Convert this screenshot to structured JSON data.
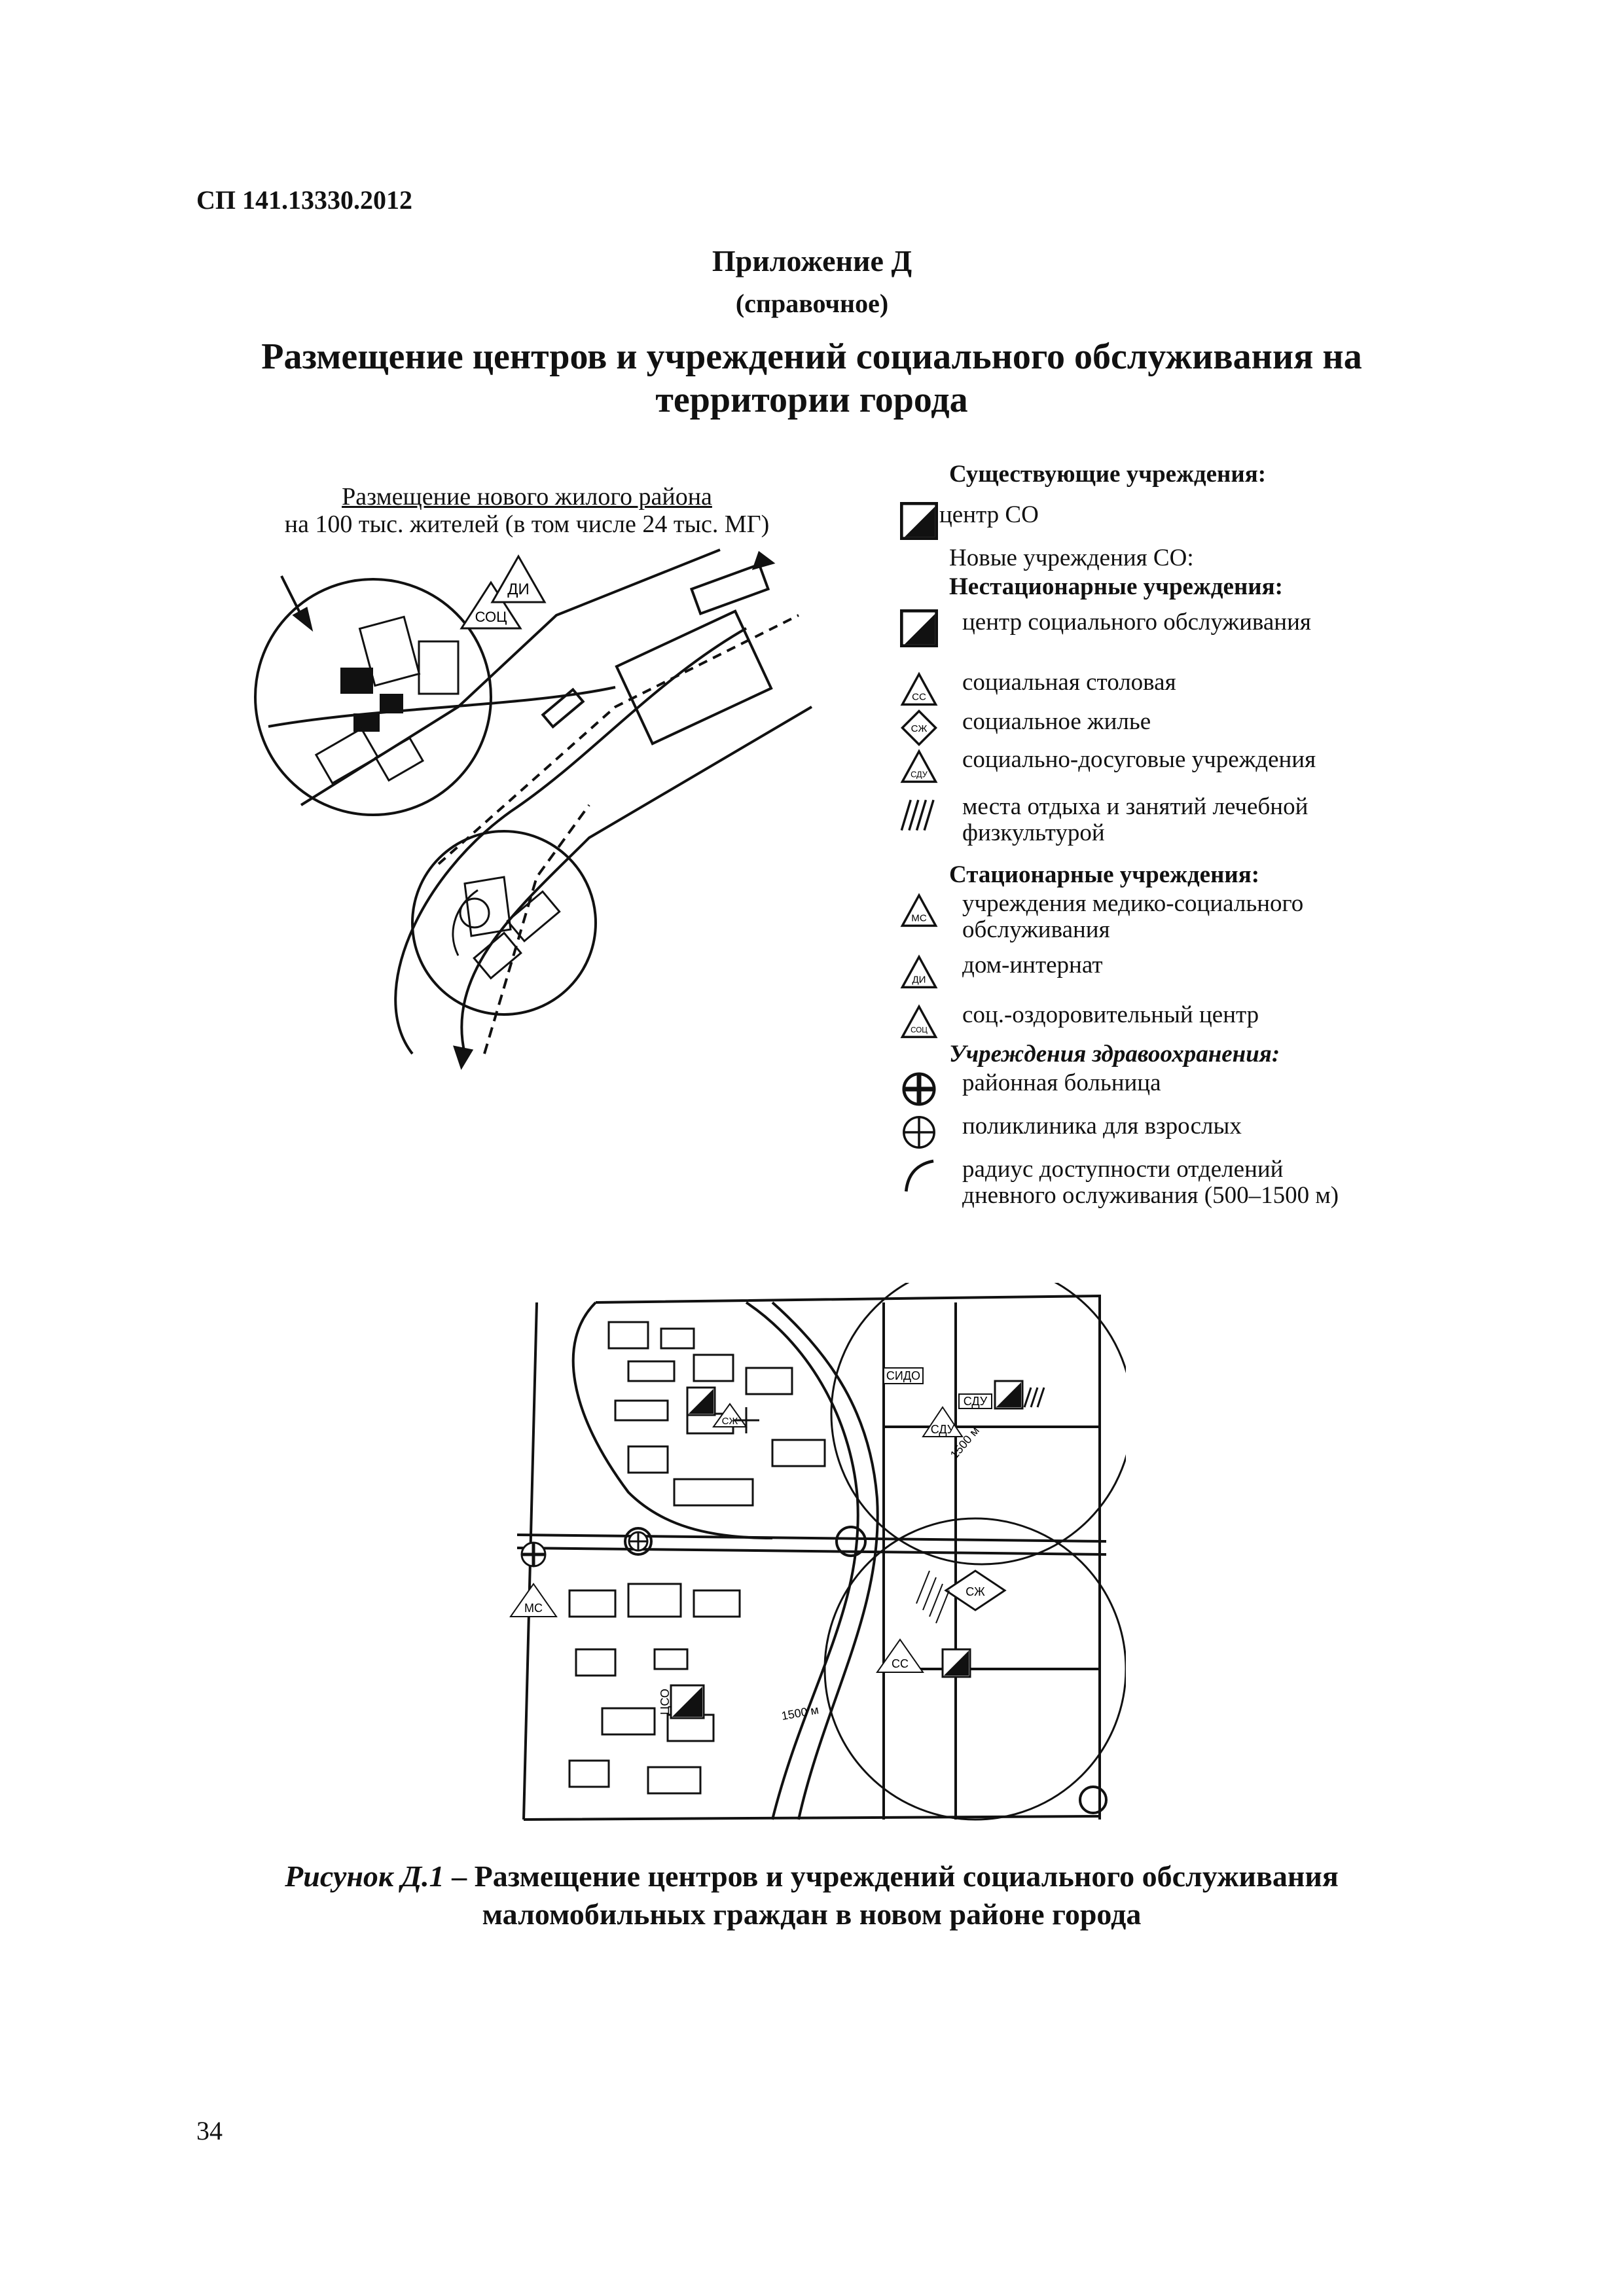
{
  "header": {
    "doc_code": "СП 141.13330.2012"
  },
  "appendix": {
    "title": "Приложение Д",
    "subtitle": "(справочное)"
  },
  "main_title": {
    "line1": "Размещение центров и учреждений социального обслуживания на",
    "line2": "территории города"
  },
  "map_top": {
    "caption_line1": "Размещение нового жилого района",
    "caption_line2": "на 100 тыс. жителей (в том числе 24 тыс. МГ)",
    "sign_di": "ДИ",
    "sign_soc": "СОЦ"
  },
  "legend": {
    "existing_header": "Существующие учреждения:",
    "center_so": "центр СО",
    "new_header": "Новые учреждения СО:",
    "nonstationary_header": "Нестационарные учреждения:",
    "items_nonstat": [
      {
        "label": "центр социального обслуживания",
        "symbol": "black-triangle-square"
      },
      {
        "label": "социальная столовая",
        "symbol": "triangle",
        "abbr": "СС"
      },
      {
        "label": "социальное жилье",
        "symbol": "diamond",
        "abbr": "СЖ"
      },
      {
        "label": "социально-досуговые учреждения",
        "symbol": "triangle",
        "abbr": "СДУ"
      },
      {
        "label": "места отдыха и занятий лечебной",
        "label2": "физкультурой",
        "symbol": "hatch"
      }
    ],
    "stationary_header": "Стационарные учреждения:",
    "items_stat": [
      {
        "label": "учреждения медико-социального",
        "label2": "обслуживания",
        "symbol": "triangle",
        "abbr": "МС"
      },
      {
        "label": "дом-интернат",
        "symbol": "triangle",
        "abbr": "ДИ"
      },
      {
        "label": "соц.-оздоровительный центр",
        "symbol": "triangle",
        "abbr": "СОЦ"
      }
    ],
    "health_header": "Учреждения здравоохранения:",
    "items_health": [
      {
        "label": "районная больница",
        "symbol": "circle-cross"
      },
      {
        "label": "поликлиника для взрослых",
        "symbol": "circle-cross"
      },
      {
        "label": "радиус доступности отделений",
        "label2": "дневного ослуживания (500–1500 м)",
        "symbol": "arc"
      }
    ]
  },
  "map_bottom": {
    "label_sido": "СИДО",
    "label_sdu": "СДУ",
    "label_sdu2": "СДУ",
    "label_szh": "СЖ",
    "label_szh2": "СЖ",
    "label_ss": "СС",
    "label_ms": "МС",
    "label_tso": "ЦСО",
    "label_1500a": "1500 м",
    "label_1500b": "1500 м"
  },
  "figure_caption": {
    "prefix": "Рисунок Д.1",
    "dash": " – ",
    "line1": "Размещение центров и учреждений социального обслуживания",
    "line2": "маломобильных граждан в новом районе города"
  },
  "page_number": "34"
}
